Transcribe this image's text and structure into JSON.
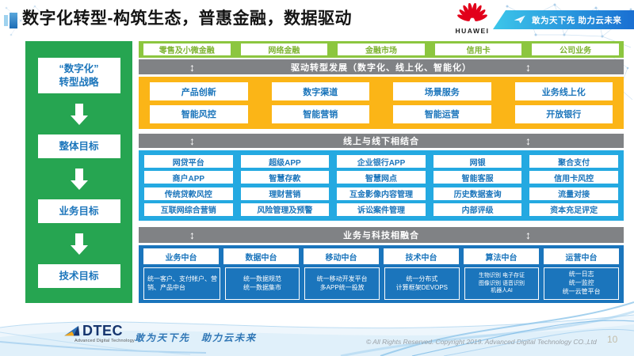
{
  "header": {
    "title": "数字化转型-构筑生态，普惠金融，数据驱动",
    "huawei_wordmark": "HUAWEI",
    "banner_slogan": "敢为天下先 助力云未来"
  },
  "icons": {
    "updown_arrow": "↕"
  },
  "sidebar": {
    "strategy": "“数字化”\n转型战略",
    "goals": [
      "整体目标",
      "业务目标",
      "技术目标"
    ]
  },
  "top_row": {
    "items": [
      "零售及小微金融",
      "网络金融",
      "金融市场",
      "信用卡",
      "公司业务"
    ]
  },
  "banners": {
    "b1": "驱动转型发展（数字化、线上化、智能化）",
    "b2": "线上与线下相结合",
    "b3": "业务与科技相融合"
  },
  "yellow": {
    "rows": [
      [
        "产品创新",
        "数字渠道",
        "场景服务",
        "业务线上化"
      ],
      [
        "智能风控",
        "智能营销",
        "智能运营",
        "开放银行"
      ]
    ]
  },
  "blue": {
    "rows": [
      [
        "网贷平台",
        "超级APP",
        "企业银行APP",
        "网银",
        "聚合支付"
      ],
      [
        "商户APP",
        "智慧存款",
        "智慧网点",
        "智能客服",
        "信用卡风控"
      ],
      [
        "传统贷款风控",
        "理财营销",
        "互金影像内容管理",
        "历史数据查询",
        "流量对接"
      ],
      [
        "互联网综合营销",
        "风险管理及预警",
        "诉讼案件管理",
        "内部评级",
        "资本充足评定"
      ]
    ]
  },
  "platforms": {
    "columns": [
      {
        "title": "业务中台",
        "detail": "统一客户、支付帐户、营销、产品中台"
      },
      {
        "title": "数据中台",
        "detail": "统一数据规范\n统一数据集市"
      },
      {
        "title": "移动中台",
        "detail": "统一移动开发平台\n多APP统一投放"
      },
      {
        "title": "技术中台",
        "detail": "统一分布式\n计算框架DEVOPS"
      },
      {
        "title": "算法中台",
        "detail": "生物识别 电子存证\n图像识别 语音识别\n机器人AI"
      },
      {
        "title": "运营中台",
        "detail": "统一日志\n统一监控\n统一云管平台"
      }
    ]
  },
  "footer": {
    "logo_text": "DTEC",
    "logo_sub": "Advanced Digital Technology",
    "slogan": "敢为天下先　助力云未来",
    "copyright": "© All Rights Reserved. Copyright 2019. Advanced Digital Technology CO.,Ltd",
    "page_number": "10"
  },
  "colors": {
    "sidebar_green": "#26a551",
    "light_green": "#8cc63f",
    "banner_gray": "#808285",
    "yellow": "#fbb517",
    "light_blue": "#24a9e1",
    "dark_blue": "#1b75bc",
    "huawei_red": "#e2001a",
    "text_blue": "#1b75bb"
  }
}
